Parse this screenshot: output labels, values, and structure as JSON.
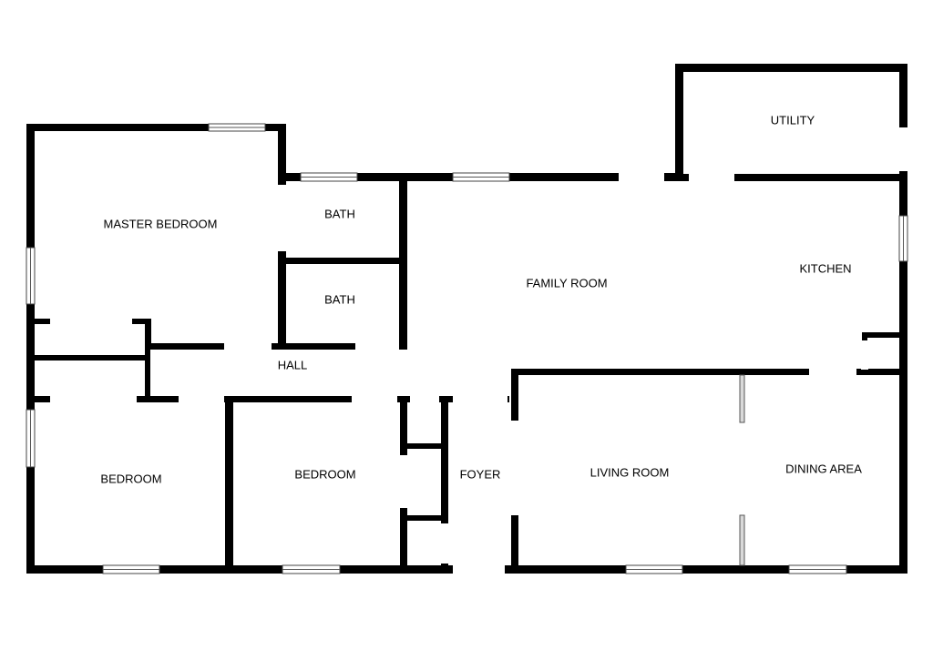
{
  "rooms": {
    "utility": "UTILITY",
    "master_bedroom": "MASTER BEDROOM",
    "bath_upper": "BATH",
    "bath_lower": "BATH",
    "family_room": "FAMILY ROOM",
    "kitchen": "KITCHEN",
    "hall": "HALL",
    "bedroom_left": "BEDROOM",
    "bedroom_middle": "BEDROOM",
    "foyer": "FOYER",
    "living_room": "LIVING ROOM",
    "dining_area": "DINING AREA"
  },
  "colors": {
    "wall": "#000000",
    "background": "#ffffff"
  }
}
